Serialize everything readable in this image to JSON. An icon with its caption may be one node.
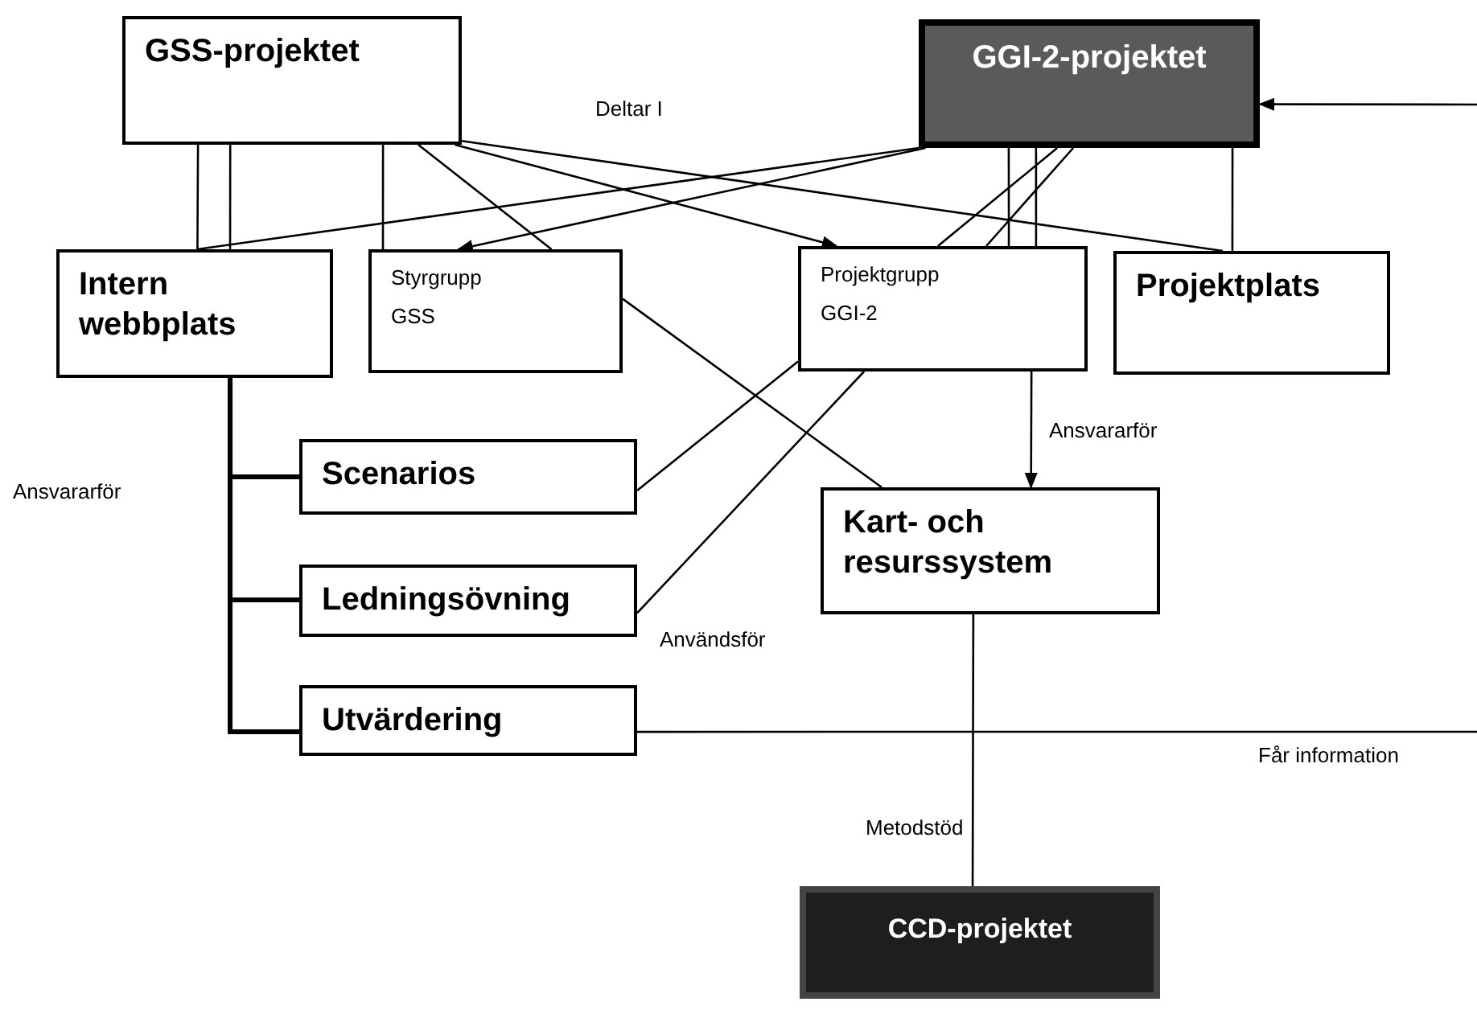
{
  "diagram": {
    "nodes": [
      {
        "text": [
          "GSS-projektet"
        ]
      },
      {
        "text": [
          "GGI-2-projektet"
        ]
      },
      {
        "text": [
          "Intern webbplats"
        ]
      },
      {
        "text": [
          "Styrgrupp GSS"
        ]
      },
      {
        "text": [
          "Projektgrupp GGI-2"
        ]
      },
      {
        "text": [
          "Projektplats"
        ]
      },
      {
        "text": [
          "Scenarios"
        ]
      },
      {
        "text": [
          "Ledningsövning"
        ]
      },
      {
        "text": [
          "Utvärdering"
        ]
      },
      {
        "text": [
          "Kart- och resurssystem"
        ]
      },
      {
        "text": [
          "CCD-projektet"
        ]
      }
    ],
    "edges": [
      {
        "from": null,
        "to": 1,
        "arrow": "to"
      },
      {
        "from": 0,
        "to": 2,
        "arrow": "none"
      },
      {
        "from": 0,
        "to": 2,
        "arrow": "none"
      },
      {
        "from": 0,
        "to": 3,
        "arrow": "none"
      },
      {
        "from": 0,
        "to": 3,
        "arrow": "none"
      },
      {
        "from": 0,
        "to": 4,
        "arrow": "to"
      },
      {
        "from": 0,
        "to": 5,
        "arrow": "none"
      },
      {
        "from": 1,
        "to": 2,
        "arrow": "none"
      },
      {
        "from": 1,
        "to": 3,
        "arrow": "to"
      },
      {
        "from": 1,
        "to": 4,
        "arrow": "none"
      },
      {
        "from": 1,
        "to": 4,
        "arrow": "none"
      },
      {
        "from": 1,
        "to": 4,
        "arrow": "none"
      },
      {
        "from": 1,
        "to": 4,
        "arrow": "none"
      },
      {
        "from": 1,
        "to": 5,
        "arrow": "none"
      },
      {
        "from": 3,
        "to": 9,
        "arrow": "none"
      },
      {
        "from": 4,
        "to": 6,
        "arrow": "none"
      },
      {
        "from": 4,
        "to": 7,
        "arrow": "none"
      },
      {
        "from": 4,
        "to": 9,
        "arrow": "to",
        "label": "Ansvararför"
      },
      {
        "from": 2,
        "to": 6,
        "arrow": "none",
        "style": "thick"
      },
      {
        "from": 2,
        "to": 7,
        "arrow": "none",
        "style": "thick"
      },
      {
        "from": 2,
        "to": 8,
        "arrow": "none",
        "style": "thick"
      },
      {
        "from": 8,
        "to": null,
        "arrow": "none",
        "label": "Får information"
      },
      {
        "from": 9,
        "to": 10,
        "arrow": "none",
        "label": "Metodstöd"
      }
    ],
    "labels": [
      "Deltar I",
      "Ansvararför",
      "Användsför"
    ]
  }
}
